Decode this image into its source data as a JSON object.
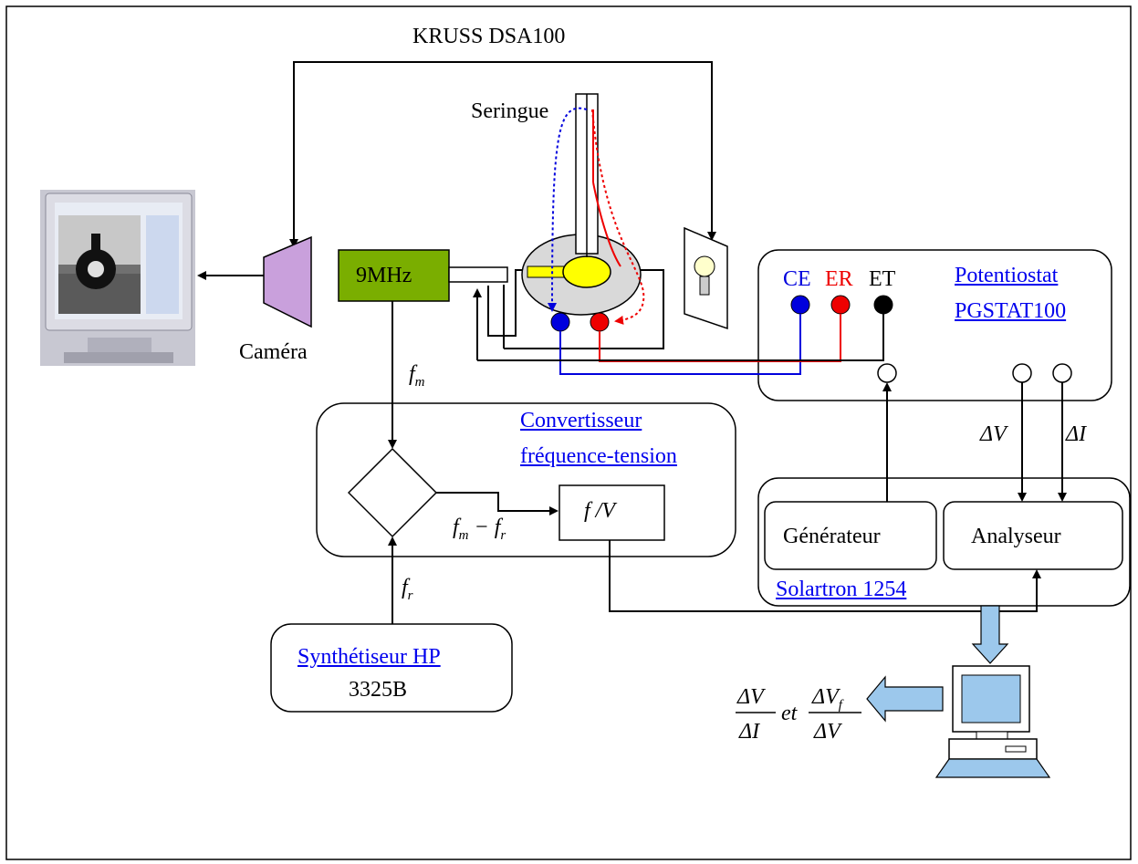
{
  "title": "KRUSS DSA100",
  "labels": {
    "syringe": "Seringue",
    "camera": "Caméra",
    "oscillator": "9MHz",
    "ce": "CE",
    "er": "ER",
    "et": "ET",
    "potentiostat_line1": "Potentiostat",
    "potentiostat_line2": "PGSTAT100",
    "converter_line1": "Convertisseur",
    "converter_line2": "fréquence-tension",
    "fv": "f /V",
    "fm": "f",
    "fm_sub": "m",
    "fr": "f",
    "fr_sub": "r",
    "fm_minus_fr": "f",
    "fm_minus_fr_sub1": "m",
    "fm_minus_fr_mid": " − f",
    "fm_minus_fr_sub2": "r",
    "delta_v": "ΔV",
    "delta_i": "ΔI",
    "generator": "Générateur",
    "analyzer": "Analyseur",
    "solartron": "Solartron 1254",
    "synth_line1": "Synthétiseur HP",
    "synth_line2": "3325B",
    "formula_num1": "ΔV",
    "formula_den1": "ΔI",
    "formula_et": "et",
    "formula_num2": "ΔV",
    "formula_num2_sub": "f",
    "formula_den2": "ΔV"
  },
  "colors": {
    "oscillator_fill": "#7aae00",
    "camera_fill": "#c9a0dc",
    "ce": "#0000dd",
    "er": "#ee0000",
    "et": "#000000",
    "drop": "#ffff00",
    "cell": "#d9d9d9",
    "link": "#0000ee",
    "arrow_fill": "#9cc8ec"
  }
}
